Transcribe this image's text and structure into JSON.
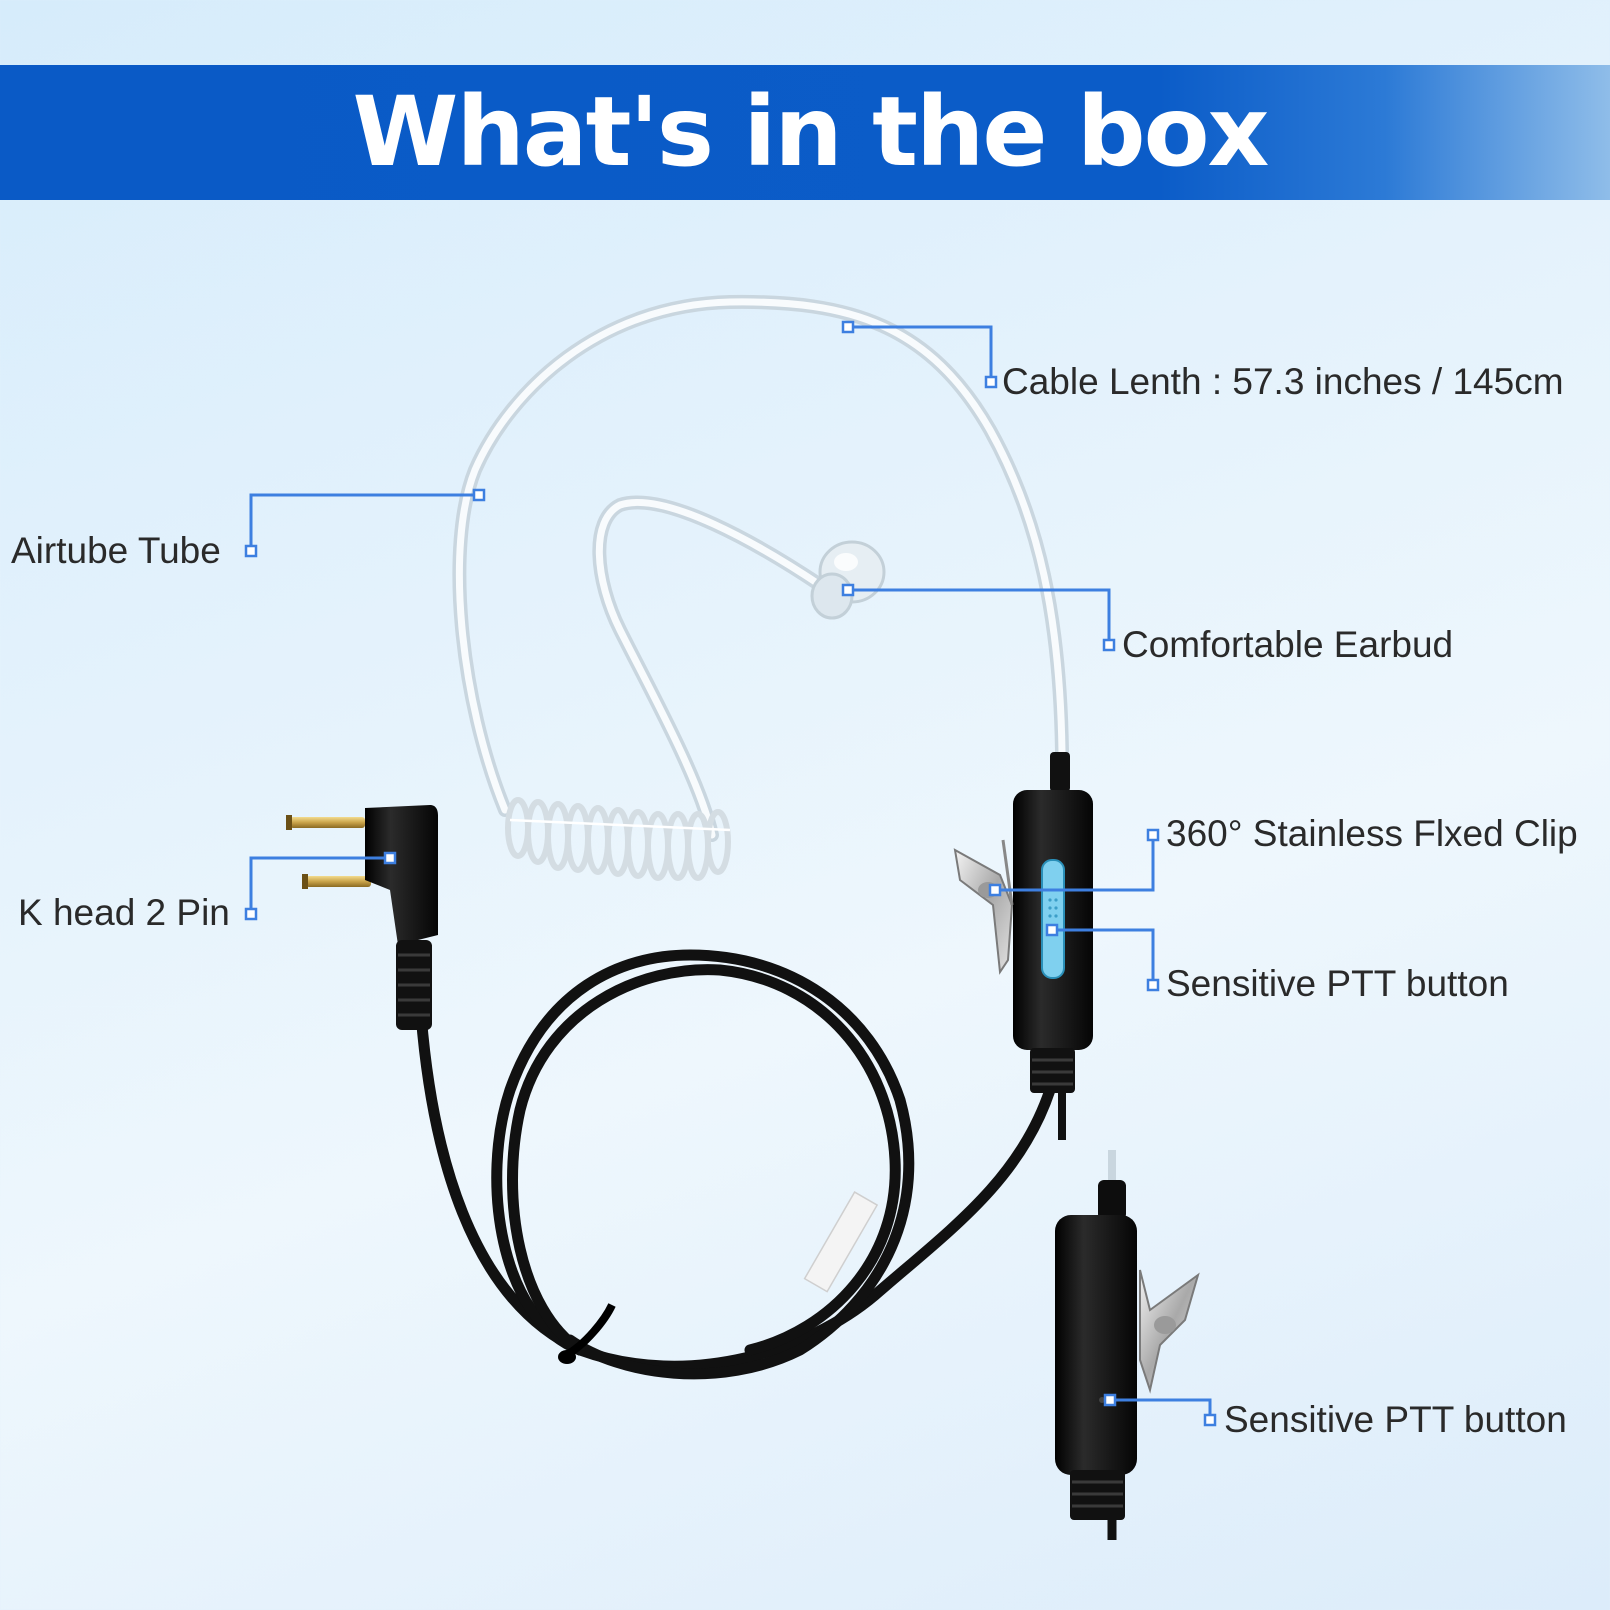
{
  "banner": {
    "title": "What's in the box",
    "color": "#0b5cc8"
  },
  "callouts": [
    {
      "id": "cable-length",
      "text": "Cable Lenth : 57.3 inches / 145cm"
    },
    {
      "id": "airtube",
      "text": "Airtube Tube"
    },
    {
      "id": "earbud",
      "text": "Comfortable Earbud"
    },
    {
      "id": "clip",
      "text": "360° Stainless Flxed Clip"
    },
    {
      "id": "ptt-1",
      "text": "Sensitive PTT button"
    },
    {
      "id": "k-head",
      "text": "K head 2 Pin"
    },
    {
      "id": "ptt-2",
      "text": "Sensitive PTT button"
    }
  ],
  "colors": {
    "leader_line": "#3d7fe0",
    "cable": "#111111",
    "ptt_button": "#7fd0ef",
    "pin_gold": "#c9a34a"
  }
}
